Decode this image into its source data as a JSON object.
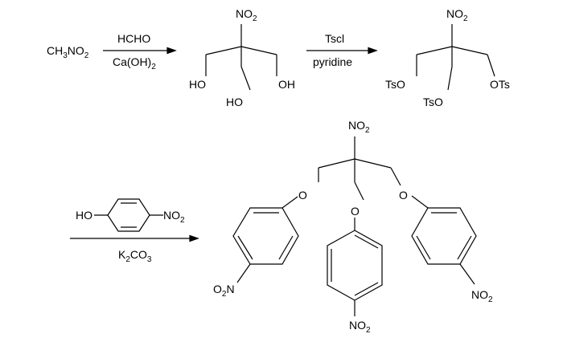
{
  "reagents": {
    "start": {
      "main": "CH",
      "s1": "3",
      "mid": "NO",
      "s2": "2"
    },
    "step1_top": "HCHO",
    "step1_bottom": {
      "main": "Ca(OH)",
      "sub": "2"
    },
    "step2_top": "Tscl",
    "step2_bottom": "pyridine",
    "step3_phenol_left": "HO",
    "step3_phenol_right": {
      "main": "NO",
      "sub": "2"
    },
    "step3_base": {
      "k": "K",
      "s1": "2",
      "co": "CO",
      "s2": "3"
    }
  },
  "triol": {
    "no2": {
      "main": "NO",
      "sub": "2"
    },
    "oh_left": "HO",
    "oh_right": "OH",
    "oh_bottom": "HO"
  },
  "tosylate": {
    "no2": {
      "main": "NO",
      "sub": "2"
    },
    "ots_left": "TsO",
    "ots_right": "OTs",
    "ots_bottom": "TsO"
  },
  "product": {
    "no2_top": {
      "main": "NO",
      "sub": "2"
    },
    "o_left": "O",
    "o_middle": "O",
    "o_right": "O",
    "no2_left": {
      "main": "O",
      "sub": "2",
      "n": "N"
    },
    "no2_middle": {
      "main": "NO",
      "sub": "2"
    },
    "no2_right": {
      "main": "NO",
      "sub": "2"
    }
  }
}
